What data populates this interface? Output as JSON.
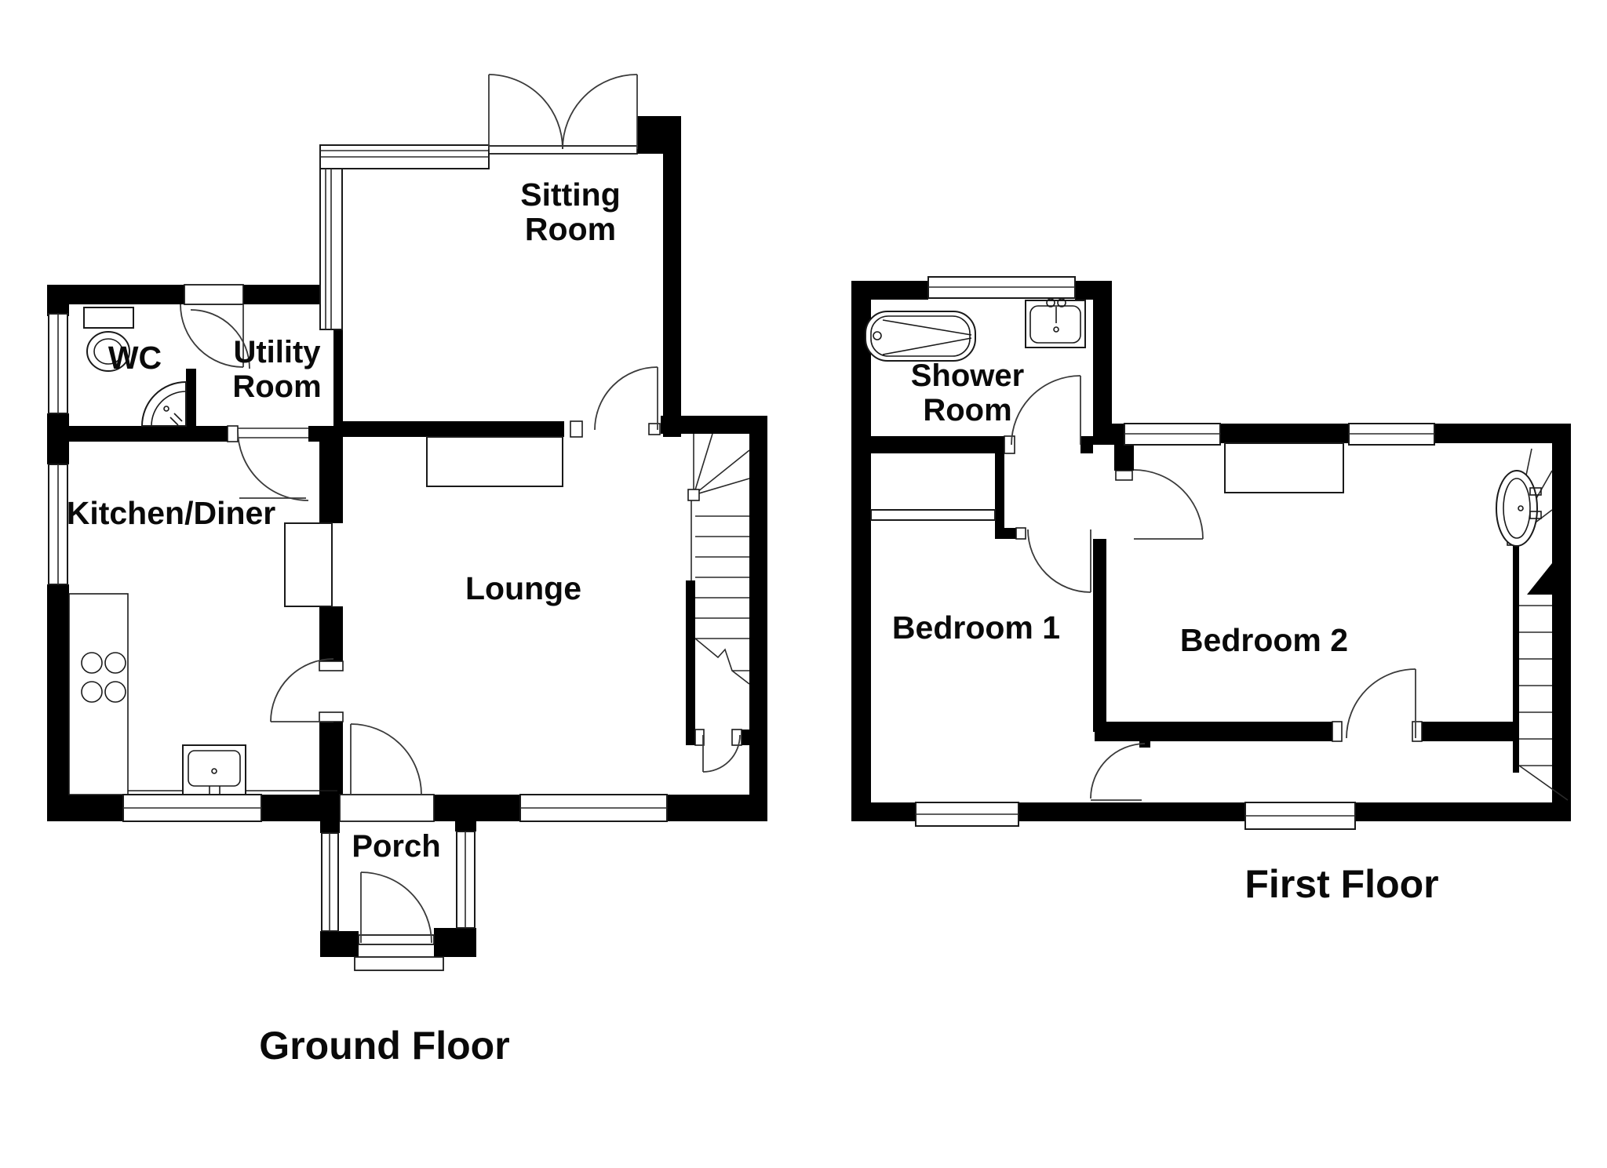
{
  "title": "House floor plan",
  "colors": {
    "wall": "#000000",
    "line": "#1a1a1a",
    "background": "#ffffff",
    "text": "#0a0a0a"
  },
  "floors": [
    {
      "name": "Ground Floor",
      "rooms": [
        {
          "id": "wc",
          "lines": [
            "WC"
          ]
        },
        {
          "id": "utility",
          "lines": [
            "Utility",
            "Room"
          ]
        },
        {
          "id": "sitting",
          "lines": [
            "Sitting",
            "Room"
          ]
        },
        {
          "id": "kitchen",
          "lines": [
            "Kitchen/Diner"
          ]
        },
        {
          "id": "lounge",
          "lines": [
            "Lounge"
          ]
        },
        {
          "id": "porch",
          "lines": [
            "Porch"
          ]
        }
      ]
    },
    {
      "name": "First Floor",
      "rooms": [
        {
          "id": "shower",
          "lines": [
            "Shower",
            "Room"
          ]
        },
        {
          "id": "bedroom1",
          "lines": [
            "Bedroom 1"
          ]
        },
        {
          "id": "bedroom2",
          "lines": [
            "Bedroom 2"
          ]
        }
      ]
    }
  ]
}
